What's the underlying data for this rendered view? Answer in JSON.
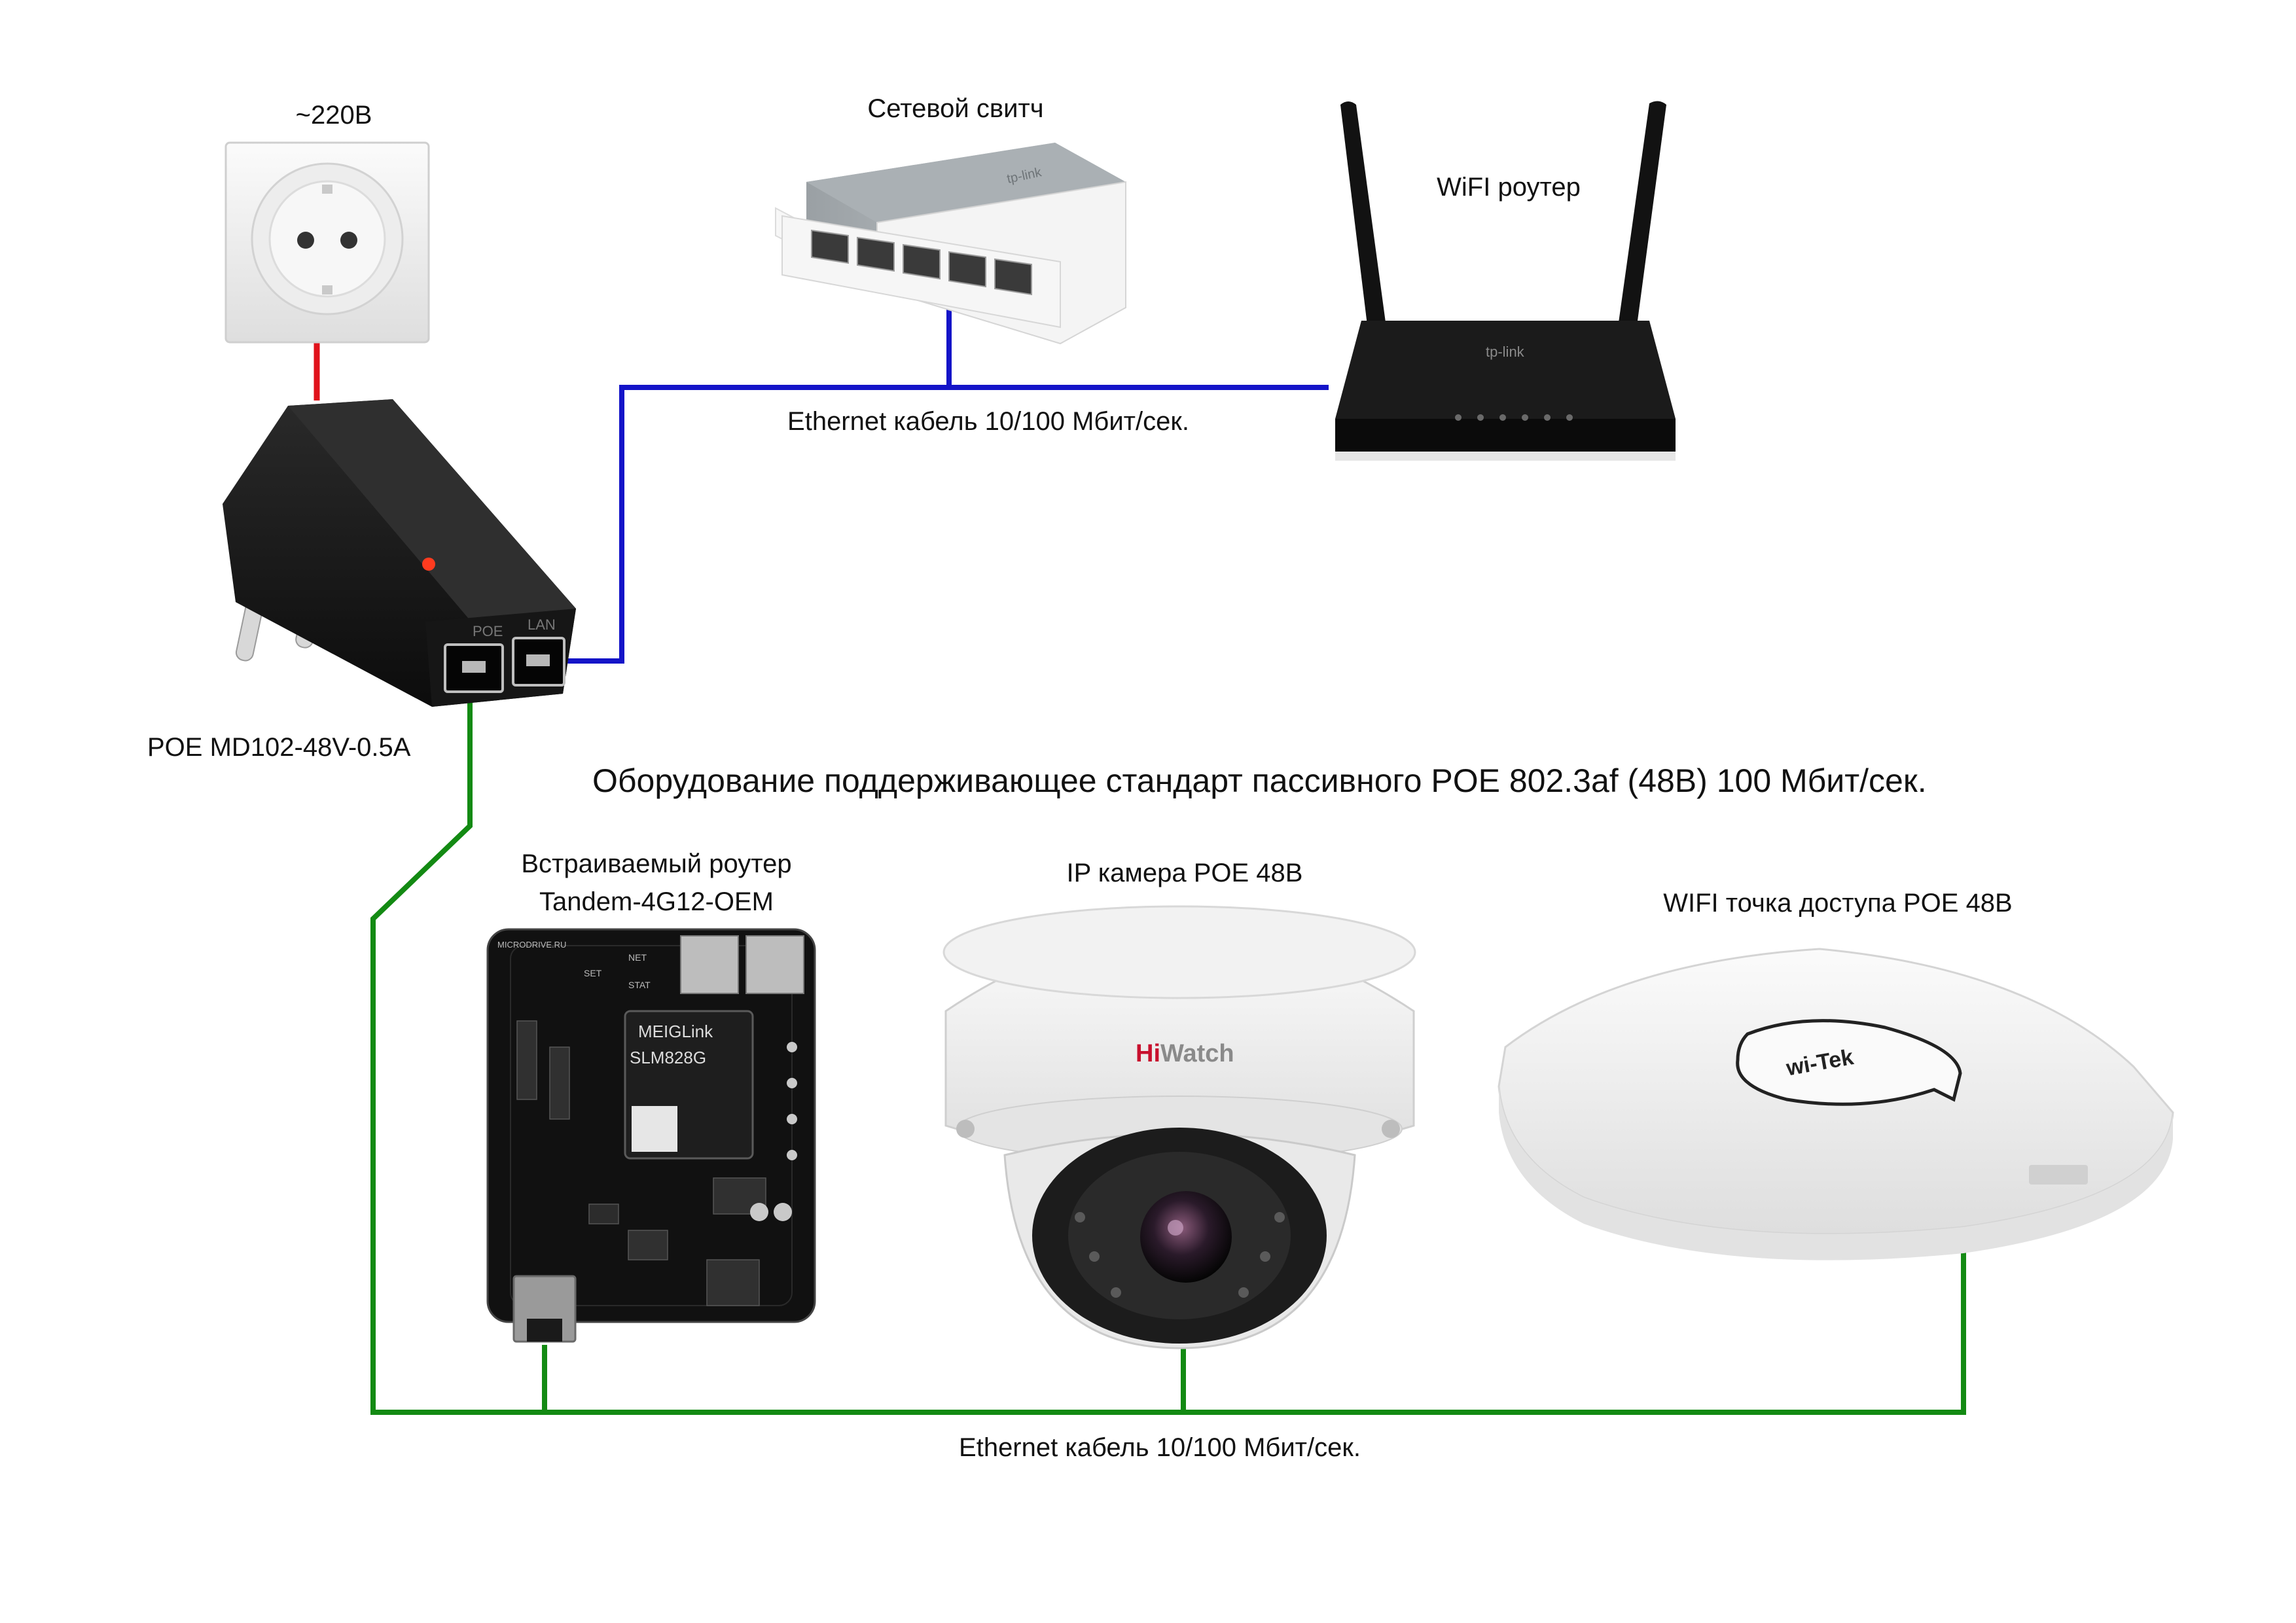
{
  "labels": {
    "socket": "~220В",
    "switch": "Сетевой свитч",
    "router": "WiFI роутер",
    "cable_top": "Ethernet кабель 10/100 Мбит/сек.",
    "poe": "POE MD102-48V-0.5A",
    "standard": "Оборудование поддерживающее стандарт пассивного POE 802.3af (48В) 100 Мбит/сек.",
    "embedded_line1": "Встраиваемый роутер",
    "embedded_line2": "Tandem-4G12-OEM",
    "camera": "IP камера POE 48В",
    "ap": "WIFI точка доступа POE 48В",
    "cable_bottom": "Ethernet кабель 10/100 Мбит/сек."
  },
  "device_marks": {
    "router_brand": "tp-link",
    "switch_brand": "tp-link",
    "poe_port_poe": "POE",
    "poe_port_lan": "LAN",
    "board_brand": "MICRODRIVE.RU",
    "module_brand": "MEIGLink",
    "module_model": "SLM828G",
    "board_net": "NET",
    "board_stat": "STAT",
    "board_set": "SET",
    "camera_brand_hi": "Hi",
    "camera_brand_watch": "Watch",
    "ap_brand": "wi-Tek"
  },
  "colors": {
    "power_wire": "#e0121b",
    "ethernet_upstream": "#1414c8",
    "ethernet_poe": "#138a13",
    "device_dark": "#1c1c1c",
    "device_white": "#f3f3f3"
  }
}
